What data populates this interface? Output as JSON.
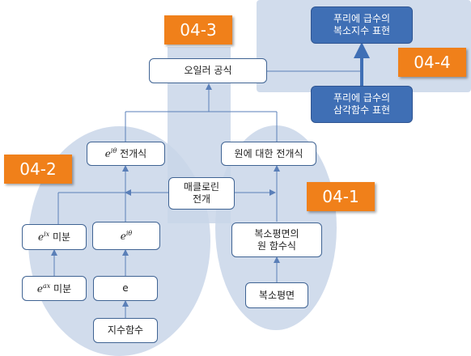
{
  "tags": {
    "t043": "04-3",
    "t044": "04-4",
    "t042": "04-2",
    "t041": "04-1"
  },
  "boxes": {
    "euler": "오일러 공식",
    "fourier_complex": "푸리에 급수의\n복소지수 표현",
    "fourier_trig": "푸리에 급수의\n삼각함수 표현",
    "maclaurin": "매클로린\n전개",
    "circle_expansion": "원에 대한 전개식",
    "complex_circle": "복소평면의\n원 함수식",
    "complex_plane": "복소평면",
    "e": "e",
    "exp_func": "지수함수"
  },
  "math": {
    "e_base": "e",
    "exp_itheta": "iθ",
    "exp_ix": "ix",
    "exp_ax": "ax",
    "expansion_label": " 전개식",
    "diff_label": " 미분"
  },
  "colors": {
    "region": "#c9d6e9",
    "box_border": "#3f6393",
    "dark_box": "#3f6fb5",
    "tag": "#f0801a",
    "line": "#5a7fb8"
  }
}
